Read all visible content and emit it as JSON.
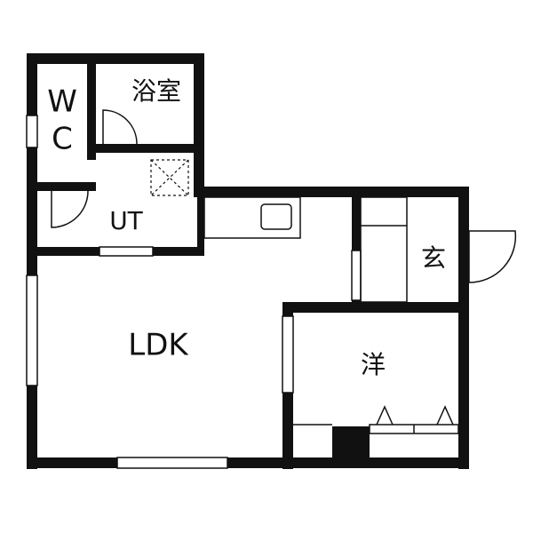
{
  "rooms": {
    "wc": {
      "label_w": "W",
      "label_c": "C"
    },
    "bath": {
      "label": "浴室"
    },
    "utility": {
      "label": "UT"
    },
    "ldk": {
      "label": "LDK"
    },
    "entrance": {
      "label": "玄"
    },
    "western": {
      "label": "洋"
    }
  },
  "colors": {
    "wall": "#111111",
    "background": "#ffffff"
  }
}
